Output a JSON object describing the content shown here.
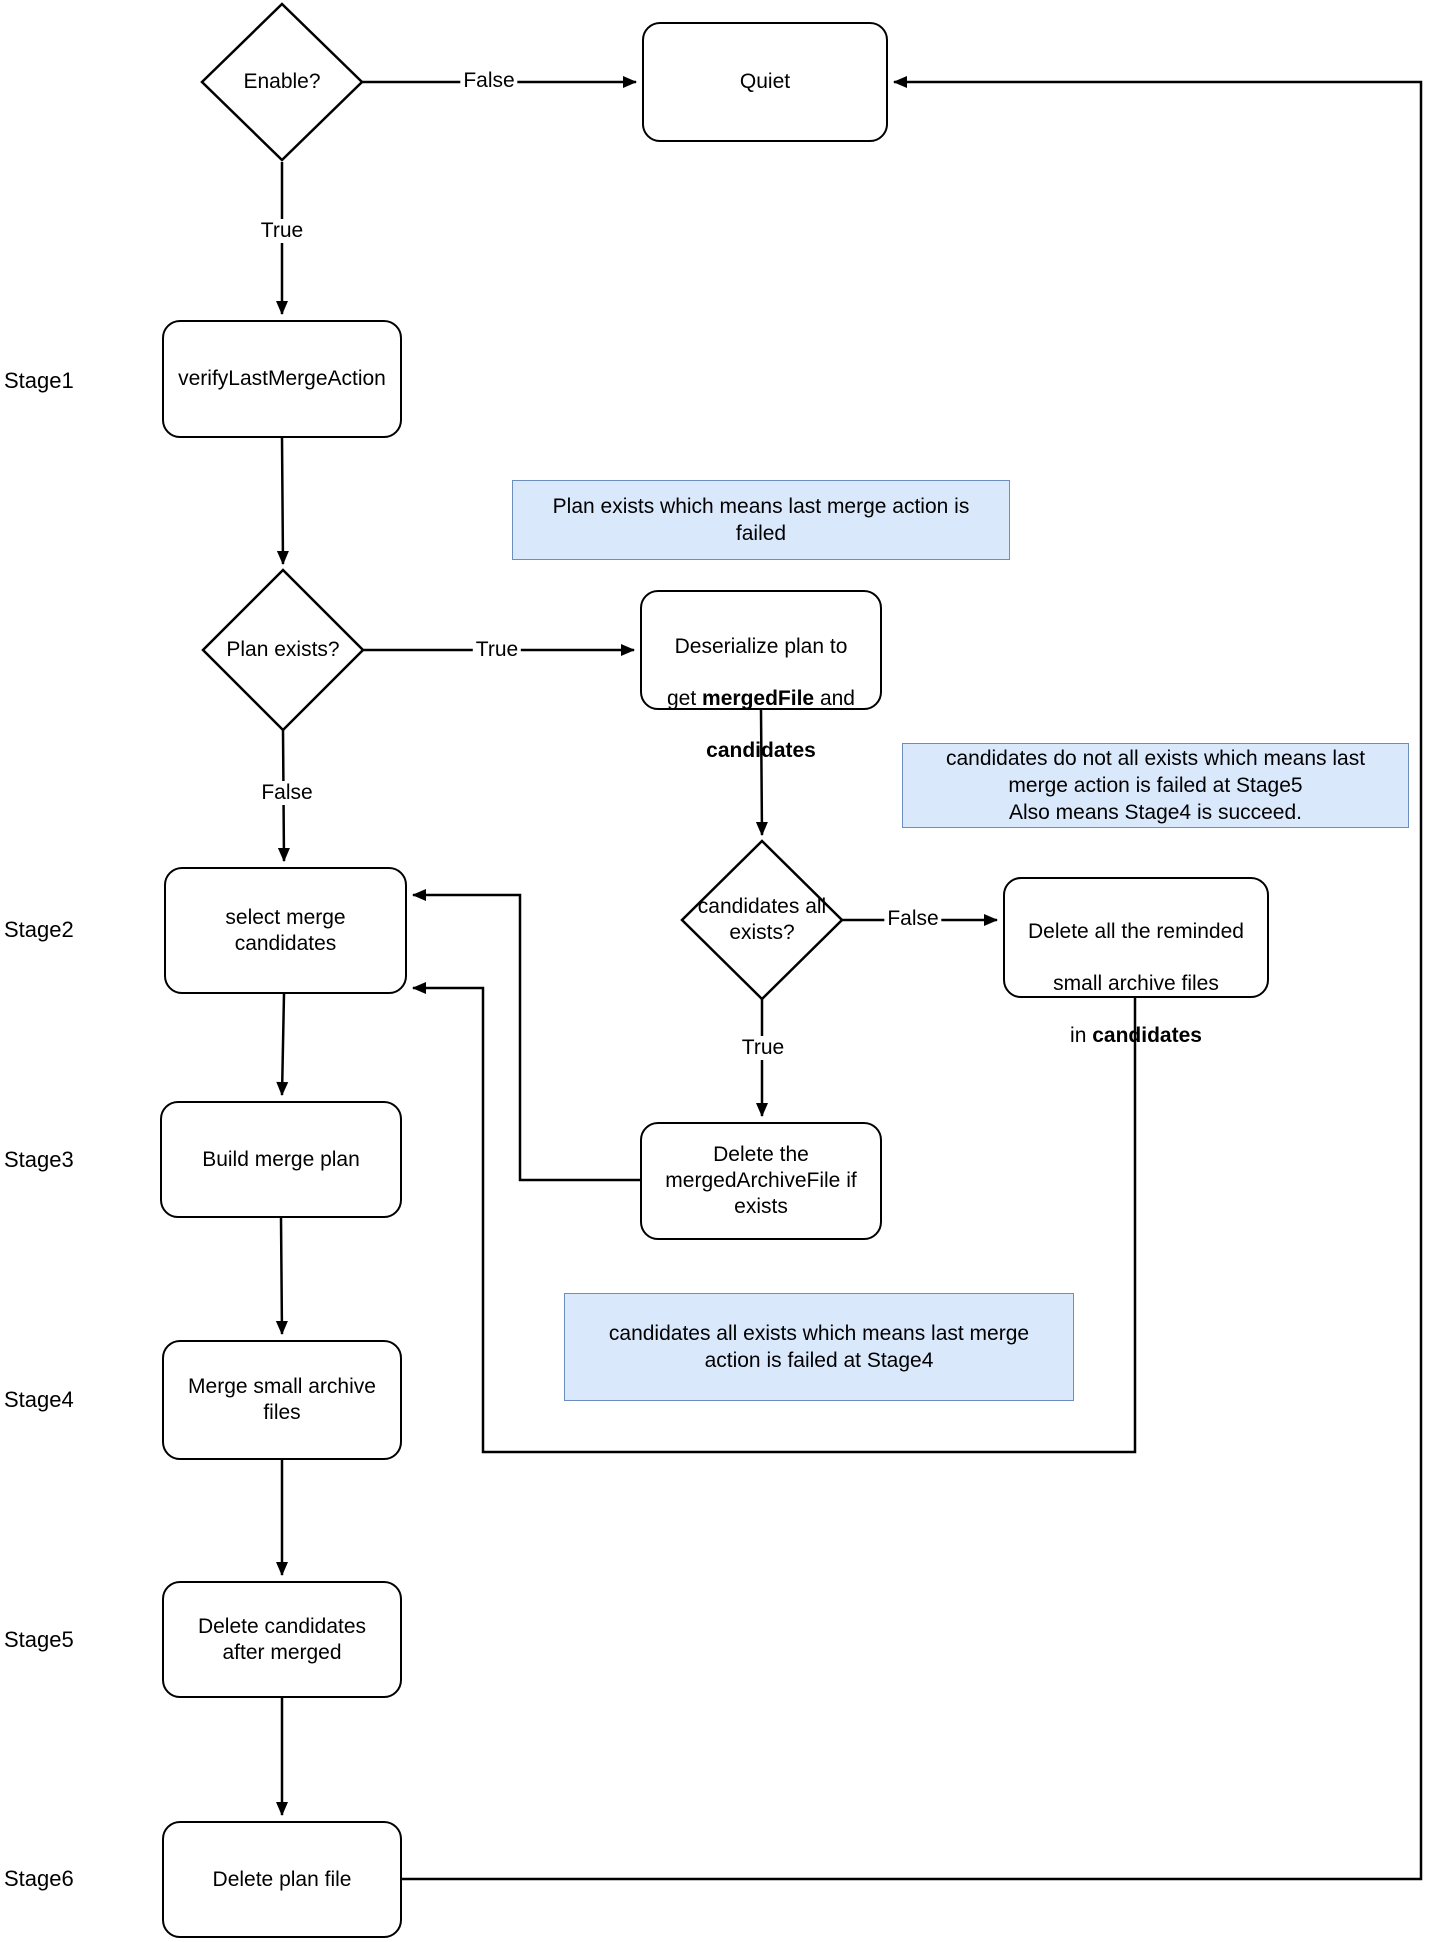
{
  "colors": {
    "note-fill": "#dae8fc",
    "note-border": "#6c8ebf",
    "line": "#000000",
    "box-fill": "#ffffff",
    "box-border": "#000000"
  },
  "stage_labels": [
    "Stage1",
    "Stage2",
    "Stage3",
    "Stage4",
    "Stage5",
    "Stage6"
  ],
  "nodes": {
    "enable": "Enable?",
    "quiet": "Quiet",
    "verify": "verifyLastMergeAction",
    "plan_exists": "Plan exists?",
    "deserialize": {
      "line1": "Deserialize plan to",
      "line2_pre": "get",
      "line2_bold": "mergedFile",
      "line2_post": "and",
      "line3_bold": "candidates"
    },
    "candidates_all": "candidates all\nexists?",
    "delete_reminded": {
      "line1": "Delete all the reminded",
      "line2": "small archive files",
      "line3_pre": "in",
      "line3_bold": "candidates"
    },
    "select_merge": "select merge\ncandidates",
    "delete_merged": "Delete the\nmergedArchiveFile if\nexists",
    "build_plan": "Build merge plan",
    "merge_small": "Merge small archive\nfiles",
    "delete_candidates": "Delete candidates\nafter merged",
    "delete_plan_file": "Delete plan file"
  },
  "edge_labels": {
    "enable_false": "False",
    "enable_true": "True",
    "plan_true": "True",
    "plan_false": "False",
    "candidates_false": "False",
    "candidates_true": "True"
  },
  "notes": {
    "plan_exists_note": "Plan exists which means last merge action is\nfailed",
    "candidates_missing_note": "candidates do not all exists which means last\nmerge action is failed at Stage5\nAlso means Stage4 is succeed.",
    "candidates_exist_note": "candidates all exists which means last merge\naction is failed at Stage4"
  }
}
